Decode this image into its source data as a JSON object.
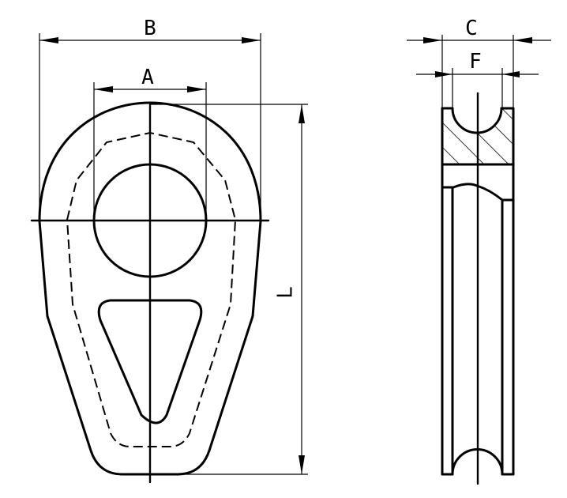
{
  "drawing": {
    "dimension_labels": {
      "B": "B",
      "A": "A",
      "L": "L",
      "C": "C",
      "F": "F"
    }
  }
}
